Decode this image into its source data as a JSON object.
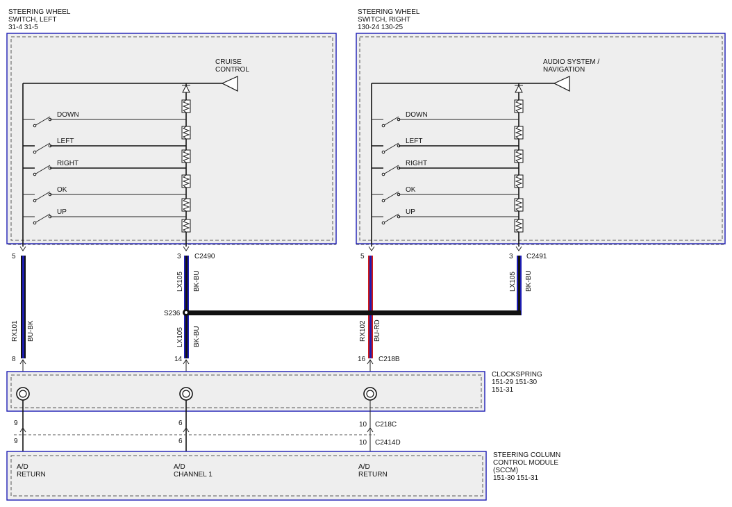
{
  "colors": {
    "box_border": "#1c1cb4",
    "box_fill": "#eeeeee",
    "wire_bk_bu_stripe": "#1c1cb4",
    "wire_bu_bk_stripe": "#111111",
    "wire_bu_rd_stripe": "#cc1a1a",
    "text": "#111111"
  },
  "components": {
    "swl": {
      "title1": "STEERING WHEEL",
      "title2": "SWITCH, LEFT",
      "refs": "31-4   31-5"
    },
    "swr": {
      "title1": "STEERING WHEEL",
      "title2": "SWITCH, RIGHT",
      "refs": "130-24  130-25"
    },
    "clk": {
      "title": "CLOCKSPRING",
      "refs1": "151-29   151-30",
      "refs2": "151-31"
    },
    "sccm": {
      "title1": "STEERING COLUMN",
      "title2": "CONTROL MODULE",
      "title3": "(SCCM)",
      "refs": "151-30   151-31"
    }
  },
  "switch_labels": [
    "DOWN",
    "LEFT",
    "RIGHT",
    "OK",
    "UP"
  ],
  "left_function": {
    "line1": "CRUISE",
    "line2": "CONTROL"
  },
  "right_function": {
    "line1": "AUDIO SYSTEM /",
    "line2": "NAVIGATION"
  },
  "connectors": {
    "c2490": "C2490",
    "c2491": "C2491",
    "c218b": "C218B",
    "c218c": "C218C",
    "c2414d": "C2414D"
  },
  "splice": "S236",
  "pins": {
    "swl_a": "5",
    "swl_b": "3",
    "swr_a": "5",
    "swr_b": "3",
    "c218b_1": "8",
    "c218b_2": "14",
    "c218b_3": "16",
    "c218c_1": "9",
    "c218c_2": "6",
    "c218c_3": "10",
    "c2414d_1": "9",
    "c2414d_2": "6",
    "c2414d_3": "10"
  },
  "wires": {
    "rx101": {
      "circuit": "RX101",
      "color": "BU-BK"
    },
    "lx105_upper": {
      "circuit": "LX105",
      "color": "BK-BU"
    },
    "lx105_lower": {
      "circuit": "LX105",
      "color": "BK-BU"
    },
    "lx105_right": {
      "circuit": "LX105",
      "color": "BK-BU"
    },
    "rx102": {
      "circuit": "RX102",
      "color": "BU-RD"
    }
  },
  "sccm_inputs": {
    "in1_l1": "A/D",
    "in1_l2": "RETURN",
    "in2_l1": "A/D",
    "in2_l2": "CHANNEL 1",
    "in3_l1": "A/D",
    "in3_l2": "RETURN"
  }
}
